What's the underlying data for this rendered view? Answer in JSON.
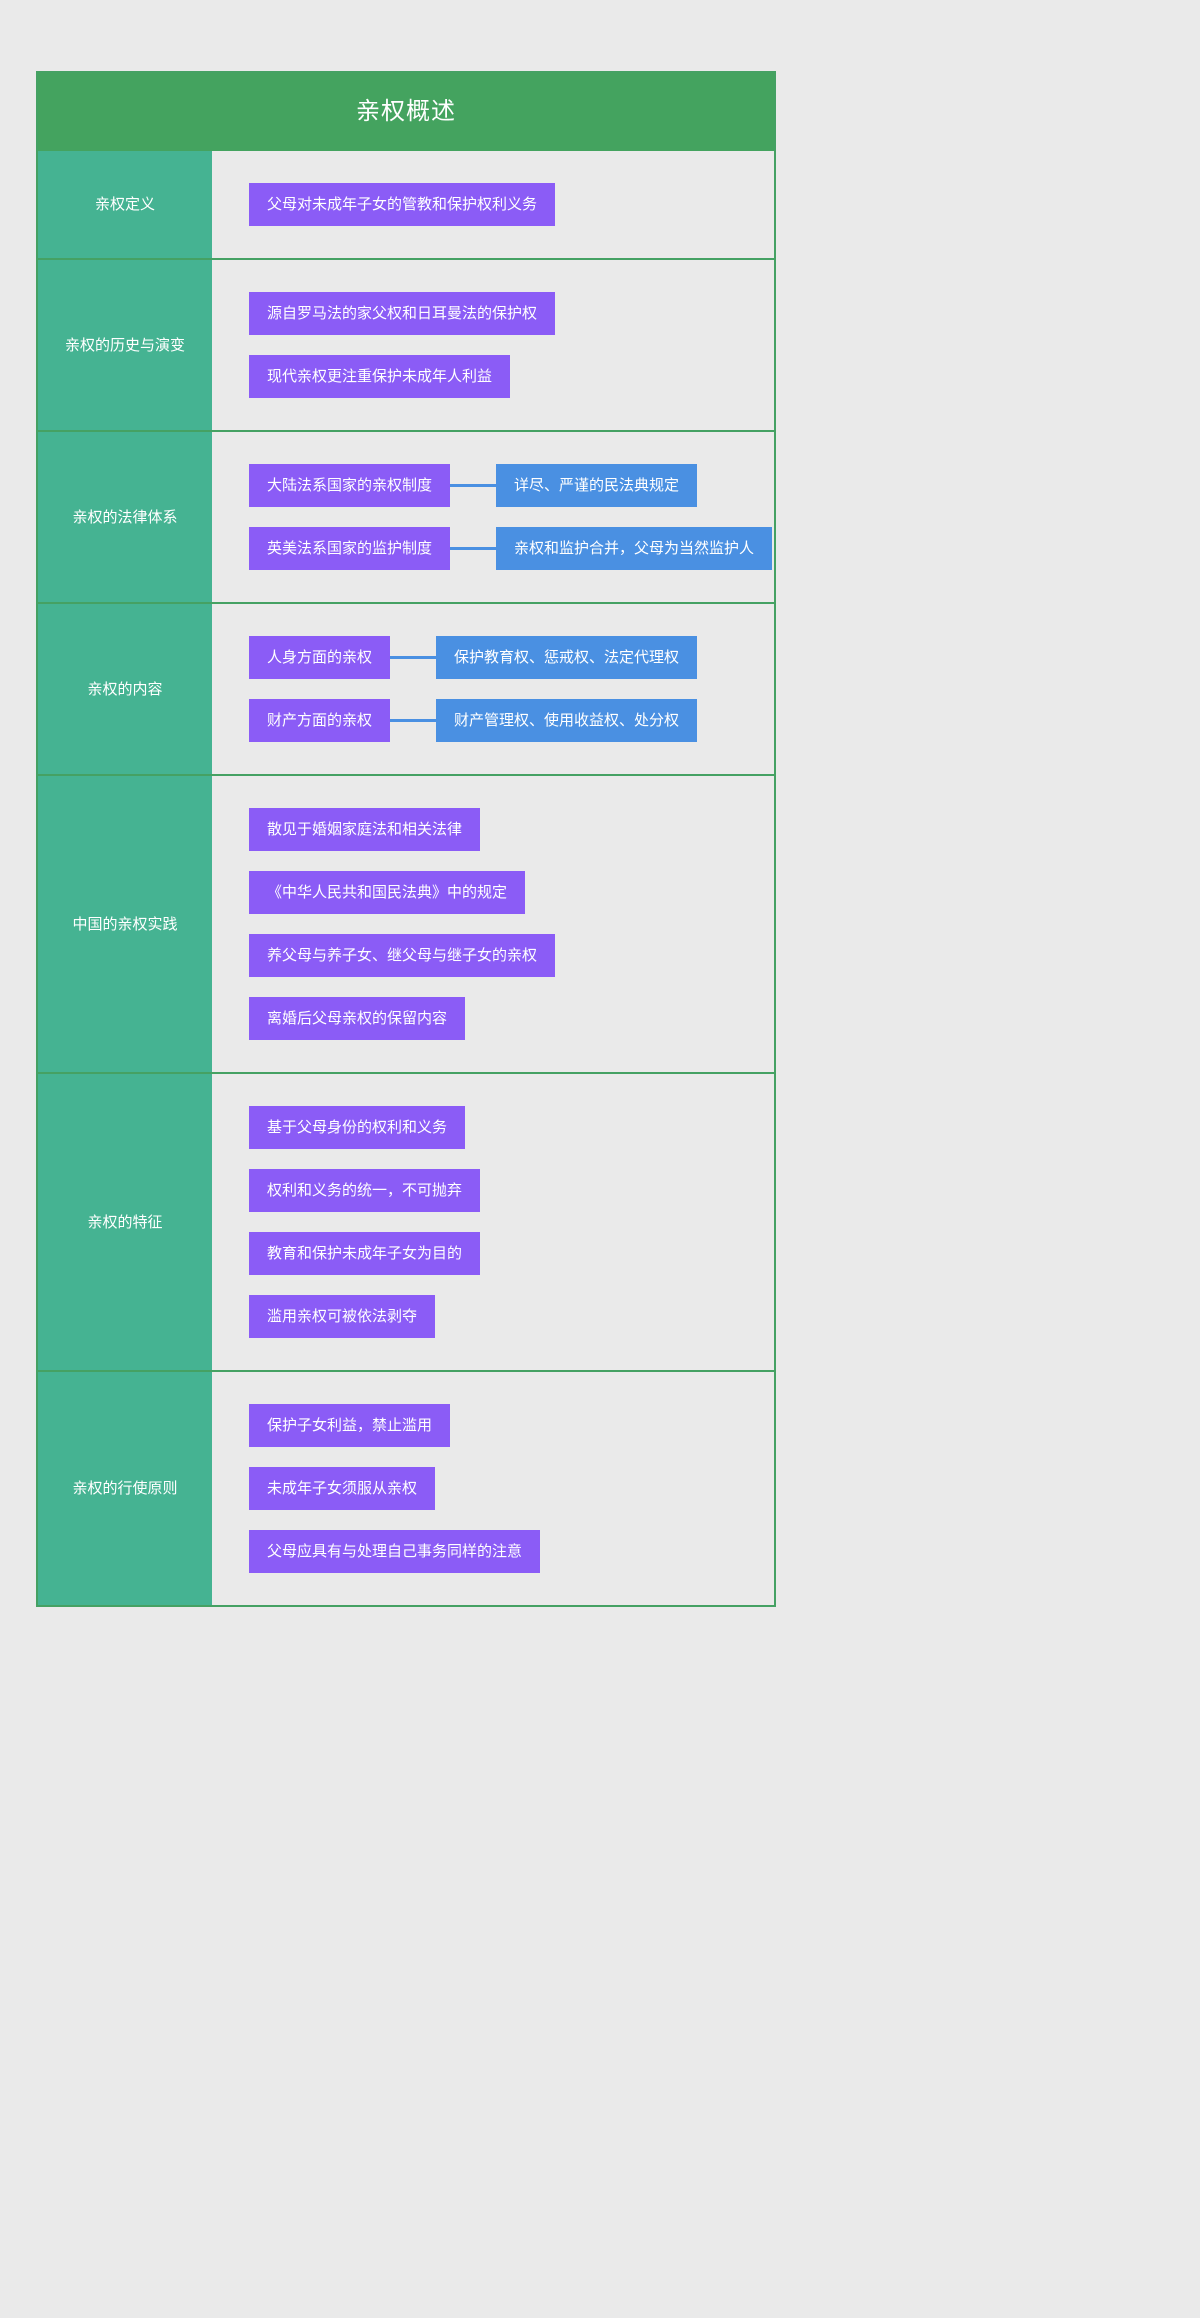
{
  "title": "亲权概述",
  "colors": {
    "page_background": "#eaeaea",
    "header_green": "#44a35f",
    "border_green": "#45a163",
    "category_teal": "#45b392",
    "node_purple": "#8b5cf6",
    "node_blue": "#4a90e2",
    "text_white": "#ffffff"
  },
  "sections": [
    {
      "label": "亲权定义",
      "rows": [
        {
          "primary": "父母对未成年子女的管教和保护权利义务",
          "secondary": null
        }
      ]
    },
    {
      "label": "亲权的历史与演变",
      "rows": [
        {
          "primary": "源自罗马法的家父权和日耳曼法的保护权",
          "secondary": null
        },
        {
          "primary": "现代亲权更注重保护未成年人利益",
          "secondary": null
        }
      ]
    },
    {
      "label": "亲权的法律体系",
      "rows": [
        {
          "primary": "大陆法系国家的亲权制度",
          "secondary": "详尽、严谨的民法典规定"
        },
        {
          "primary": "英美法系国家的监护制度",
          "secondary": "亲权和监护合并，父母为当然监护人"
        }
      ]
    },
    {
      "label": "亲权的内容",
      "rows": [
        {
          "primary": "人身方面的亲权",
          "secondary": "保护教育权、惩戒权、法定代理权"
        },
        {
          "primary": "财产方面的亲权",
          "secondary": "财产管理权、使用收益权、处分权"
        }
      ]
    },
    {
      "label": "中国的亲权实践",
      "rows": [
        {
          "primary": "散见于婚姻家庭法和相关法律",
          "secondary": null
        },
        {
          "primary": "《中华人民共和国民法典》中的规定",
          "secondary": null
        },
        {
          "primary": "养父母与养子女、继父母与继子女的亲权",
          "secondary": null
        },
        {
          "primary": "离婚后父母亲权的保留内容",
          "secondary": null
        }
      ]
    },
    {
      "label": "亲权的特征",
      "rows": [
        {
          "primary": "基于父母身份的权利和义务",
          "secondary": null
        },
        {
          "primary": "权利和义务的统一，不可抛弃",
          "secondary": null
        },
        {
          "primary": "教育和保护未成年子女为目的",
          "secondary": null
        },
        {
          "primary": "滥用亲权可被依法剥夺",
          "secondary": null
        }
      ]
    },
    {
      "label": "亲权的行使原则",
      "rows": [
        {
          "primary": "保护子女利益，禁止滥用",
          "secondary": null
        },
        {
          "primary": "未成年子女须服从亲权",
          "secondary": null
        },
        {
          "primary": "父母应具有与处理自己事务同样的注意",
          "secondary": null
        }
      ]
    }
  ]
}
